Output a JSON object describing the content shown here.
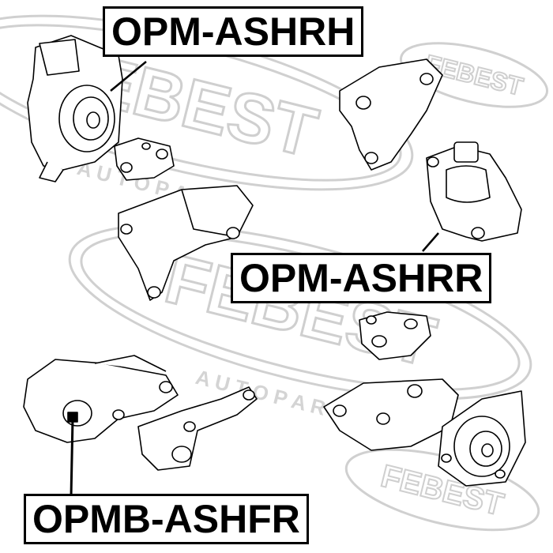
{
  "labels": {
    "part1": "OPM-ASHRH",
    "part2": "OPM-ASHRR",
    "part3": "OPMB-ASHFR"
  },
  "watermark": {
    "brand": "FEBEST",
    "tagline": "A U T O   P A R T S"
  },
  "colors": {
    "watermark": "#d4d4d4",
    "line": "#000000"
  }
}
